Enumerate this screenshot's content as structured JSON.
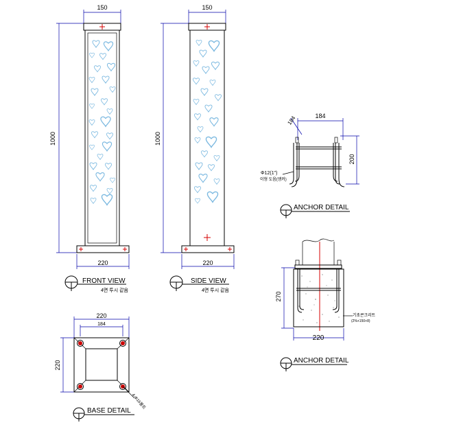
{
  "front_view": {
    "title": "FRONT VIEW",
    "note": "4면 투시 같음",
    "dim_top": "150",
    "dim_height": "1000",
    "dim_base": "220"
  },
  "side_view": {
    "title": "SIDE VIEW",
    "note": "4면 투시 같음",
    "dim_top": "150",
    "dim_height": "1000",
    "dim_base": "220"
  },
  "anchor_detail_1": {
    "title": "ANCHOR DETAIL",
    "dim_top": "184",
    "dim_small": "184",
    "dim_height": "200",
    "bar_label_1": "Φ12(1\")",
    "bar_label_2": "이형 도음(앵커)"
  },
  "anchor_detail_2": {
    "title": "ANCHOR DETAIL",
    "dim_height": "270",
    "dim_width": "220",
    "note_1": "기초콘크리트",
    "note_2": "(2%+150+8)"
  },
  "base_detail": {
    "title": "BASE DETAIL",
    "dim_outer": "220",
    "dim_inner": "184",
    "dim_height": "220",
    "bolt_label": "4-Φ16볼트"
  },
  "colors": {
    "line": "#000000",
    "dimension": "#0000aa",
    "pattern": "#7ab8e0",
    "marker": "#d40000"
  }
}
